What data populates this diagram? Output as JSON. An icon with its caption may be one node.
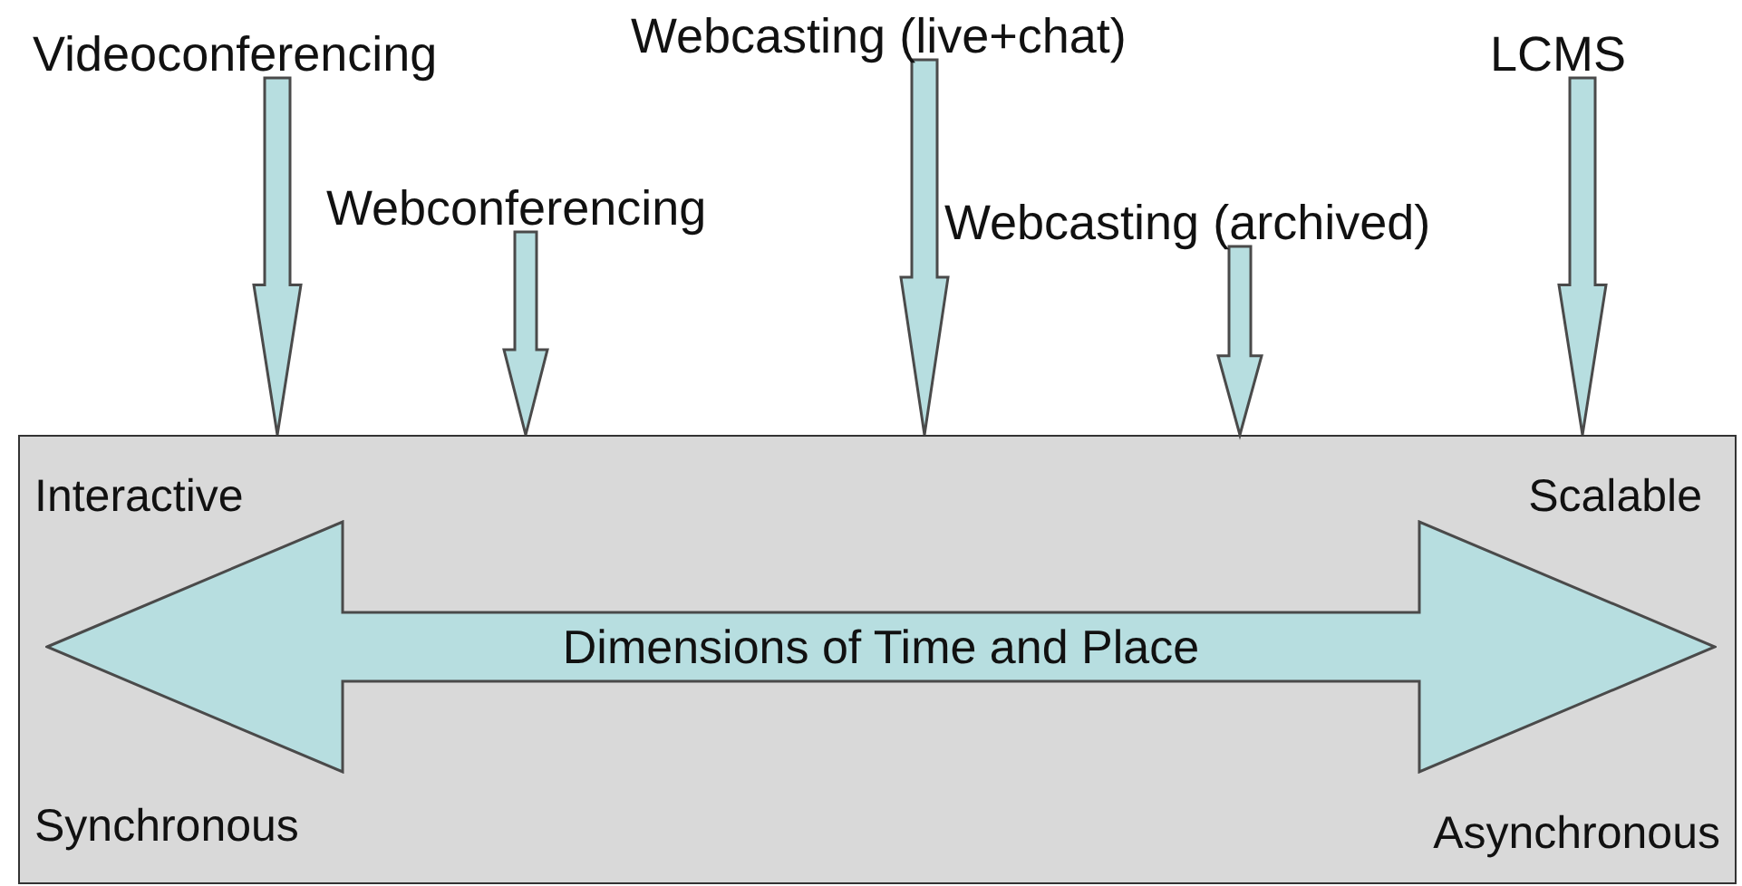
{
  "diagram": {
    "nodes": [
      {
        "text": [
          "Videoconferencing"
        ]
      },
      {
        "text": [
          "Webconferencing"
        ]
      },
      {
        "text": [
          "Webcasting (live+chat)"
        ]
      },
      {
        "text": [
          "Webcasting (archived)"
        ]
      },
      {
        "text": [
          "LCMS"
        ]
      },
      {
        "text": [
          "Interactive",
          "Scalable",
          "Synchronous",
          "Asynchronous"
        ]
      },
      {
        "text": [
          "Dimensions of Time and Place"
        ],
        "in": 5
      }
    ],
    "edges": [
      {
        "from": 0,
        "to": 5,
        "arrow": "to"
      },
      {
        "from": 1,
        "to": 5,
        "arrow": "to"
      },
      {
        "from": 2,
        "to": 5,
        "arrow": "to"
      },
      {
        "from": 3,
        "to": 5,
        "arrow": "to"
      },
      {
        "from": 4,
        "to": 5,
        "arrow": "to"
      }
    ]
  }
}
